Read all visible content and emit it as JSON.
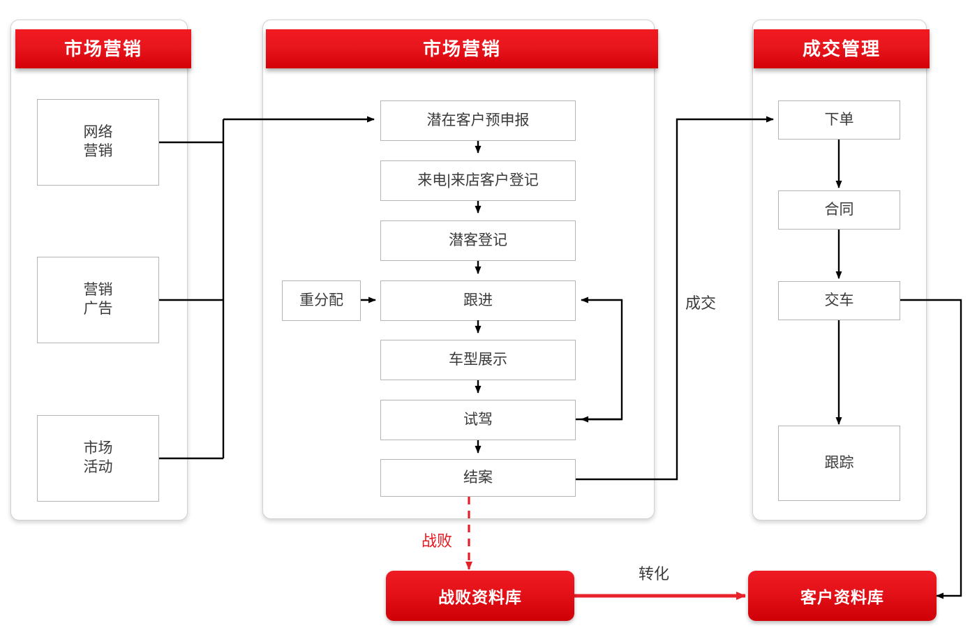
{
  "diagram": {
    "title_left": "市场营销",
    "title_middle": "市场营销",
    "title_right": "成交管理"
  },
  "lanes": [
    {
      "id": "lane-marketing-sources",
      "header": "市场营销",
      "nodes": [
        {
          "id": "node-online-marketing",
          "label": "网络\n营销"
        },
        {
          "id": "node-marketing-ads",
          "label": "营销\n广告"
        },
        {
          "id": "node-market-events",
          "label": "市场\n活动"
        }
      ]
    },
    {
      "id": "lane-marketing-process",
      "header": "市场营销",
      "nodes": [
        {
          "id": "node-prospect-pre-declaration",
          "label": "潜在客户预申报"
        },
        {
          "id": "node-call-visit-registration",
          "label": "来电|来店客户登记"
        },
        {
          "id": "node-prospect-registration",
          "label": "潜客登记"
        },
        {
          "id": "node-reassign",
          "label": "重分配"
        },
        {
          "id": "node-follow-up",
          "label": "跟进"
        },
        {
          "id": "node-model-display",
          "label": "车型展示"
        },
        {
          "id": "node-test-drive",
          "label": "试驾"
        },
        {
          "id": "node-case-close",
          "label": "结案"
        }
      ]
    },
    {
      "id": "lane-deal-management",
      "header": "成交管理",
      "nodes": [
        {
          "id": "node-place-order",
          "label": "下单"
        },
        {
          "id": "node-contract",
          "label": "合同"
        },
        {
          "id": "node-delivery",
          "label": "交车"
        },
        {
          "id": "node-tracking",
          "label": "跟踪"
        }
      ]
    }
  ],
  "databases": [
    {
      "id": "node-lost-database",
      "label": "战败资料库"
    },
    {
      "id": "node-customer-database",
      "label": "客户资料库"
    }
  ],
  "edge_labels": {
    "deal": "成交",
    "lost": "战败",
    "conversion": "转化"
  },
  "colors": {
    "brand_red": "#e8161d",
    "header_red_dark": "#d40007",
    "node_border": "#b4b4b4",
    "panel_border": "#d2d2d2",
    "text": "#3a3a3a",
    "arrow": "#000000",
    "lost_arrow": "#e22028",
    "conversion_arrow": "#e8232b"
  }
}
